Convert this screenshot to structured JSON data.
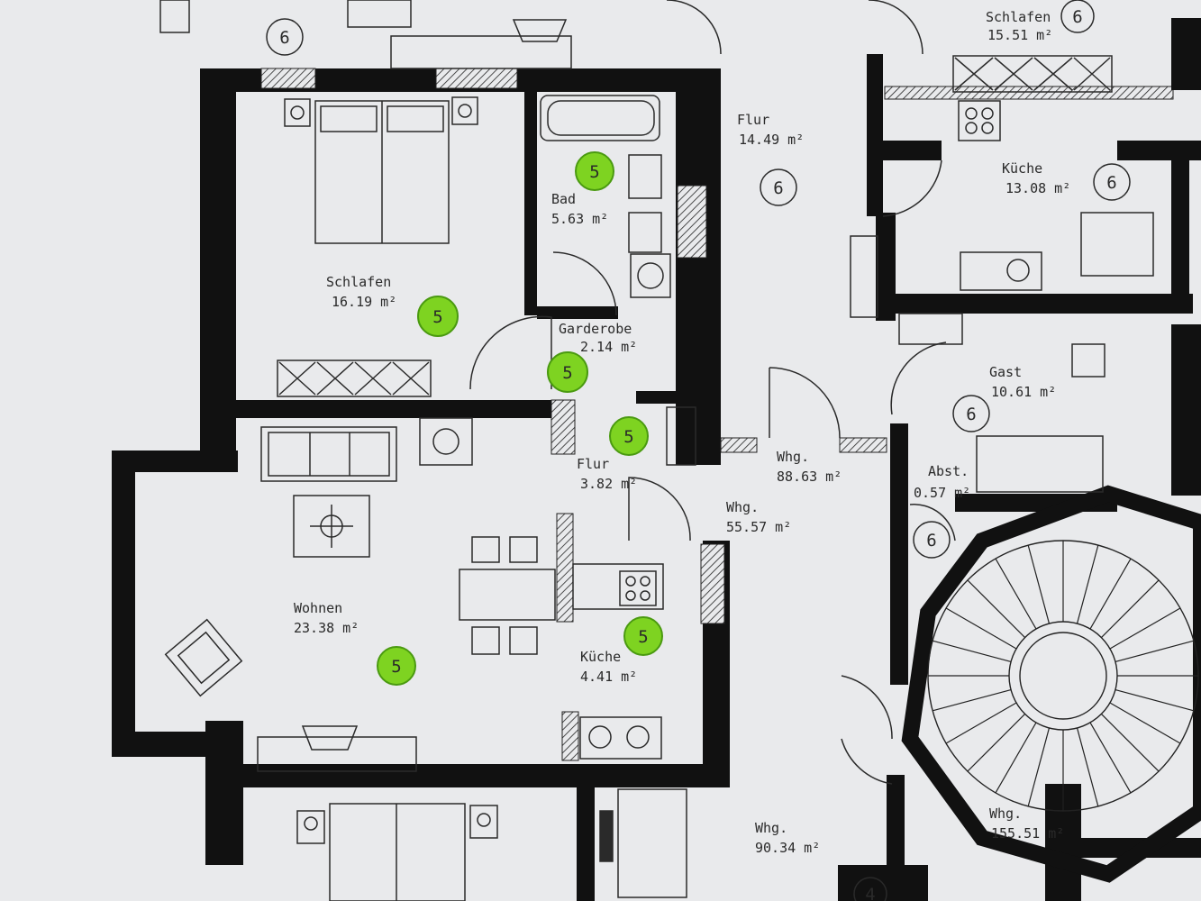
{
  "rooms_unit_5": [
    {
      "name": "Schlafen",
      "area": "16.19 m²"
    },
    {
      "name": "Bad",
      "area": "5.63 m²"
    },
    {
      "name": "Garderobe",
      "area": "2.14 m²"
    },
    {
      "name": "Flur",
      "area": "3.82 m²"
    },
    {
      "name": "Wohnen",
      "area": "23.38 m²"
    },
    {
      "name": "Küche",
      "area": "4.41 m²"
    }
  ],
  "rooms_unit_6": [
    {
      "name": "Schlafen",
      "area": "15.51 m²"
    },
    {
      "name": "Flur",
      "area": "14.49 m²"
    },
    {
      "name": "Küche",
      "area": "13.08 m²"
    },
    {
      "name": "Gast",
      "area": "10.61 m²"
    },
    {
      "name": "Abst.",
      "area": "0.57 m²"
    }
  ],
  "apartments": [
    {
      "name": "Whg.",
      "area": "88.63 m²"
    },
    {
      "name": "Whg.",
      "area": "55.57 m²"
    },
    {
      "name": "Whg.",
      "area": "90.34 m²"
    },
    {
      "name": "Whg.",
      "area": "155.51 m²"
    }
  ],
  "unit_badge_green": "5",
  "unit_badge_plain": "6",
  "partial_badge": "4",
  "colors": {
    "paper": "#e9eaec",
    "wall": "#111111",
    "line": "#2a2a2a",
    "badge_green": "#7ed321",
    "badge_green_stroke": "#4a9a10"
  }
}
